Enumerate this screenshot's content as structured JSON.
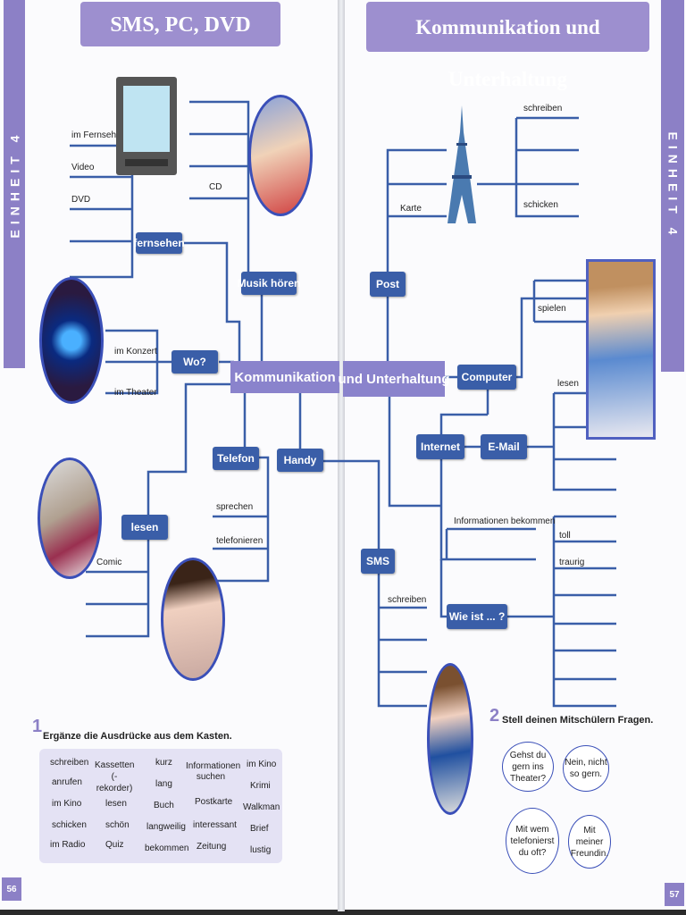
{
  "left_page": {
    "header": "SMS, PC, DVD",
    "side_tab": "EINHEIT 4",
    "page_number": "56",
    "exercise": {
      "number": "1",
      "title": "Ergänze die Ausdrücke aus dem Kasten.",
      "words": [
        "schreiben",
        "anrufen",
        "im Kino",
        "schicken",
        "im Radio",
        "Kassetten (-rekorder)",
        "lesen",
        "schön",
        "Quiz",
        "kurz",
        "lang",
        "Buch",
        "langweilig",
        "bekommen",
        "Informationen suchen",
        "Postkarte",
        "interessant",
        "Zeitung",
        "im Kino",
        "Krimi",
        "Walkman",
        "Brief",
        "lustig"
      ]
    }
  },
  "right_page": {
    "header": "Kommunikation und Unterhaltung",
    "side_tab": "EINHEIT 4",
    "page_number": "57",
    "exercise": {
      "number": "2",
      "title": "Stell deinen Mitschülern Fragen."
    },
    "bubbles": [
      "Gehst du gern ins Theater?",
      "Nein, nicht so gern.",
      "Mit wem telefonierst du oft?",
      "Mit meiner Freundin."
    ]
  },
  "mindmap": {
    "center_left": "Kommunikation",
    "center_right": "und Unterhaltung",
    "nodes": {
      "fernsehen": "fernsehen",
      "musik": "Musik hören",
      "wo": "Wo?",
      "telefon": "Telefon",
      "handy": "Handy",
      "lesen": "lesen",
      "post": "Post",
      "computer": "Computer",
      "internet": "Internet",
      "email": "E-Mail",
      "sms": "SMS",
      "wieist": "Wie ist ... ?"
    },
    "labels": {
      "im_fernsehen": "im Fernsehen",
      "video": "Video",
      "dvd": "DVD",
      "cd": "CD",
      "im_konzert": "im Konzert",
      "im_theater": "im Theater",
      "sprechen": "sprechen",
      "telefonieren": "telefonieren",
      "comic": "Comic",
      "schreiben_post": "schreiben",
      "schicken": "schicken",
      "karte": "Karte",
      "spielen": "spielen",
      "lesen_comp": "lesen",
      "informationen": "Informationen bekommen",
      "toll": "toll",
      "traurig": "traurig",
      "schreiben_sms": "schreiben"
    }
  }
}
